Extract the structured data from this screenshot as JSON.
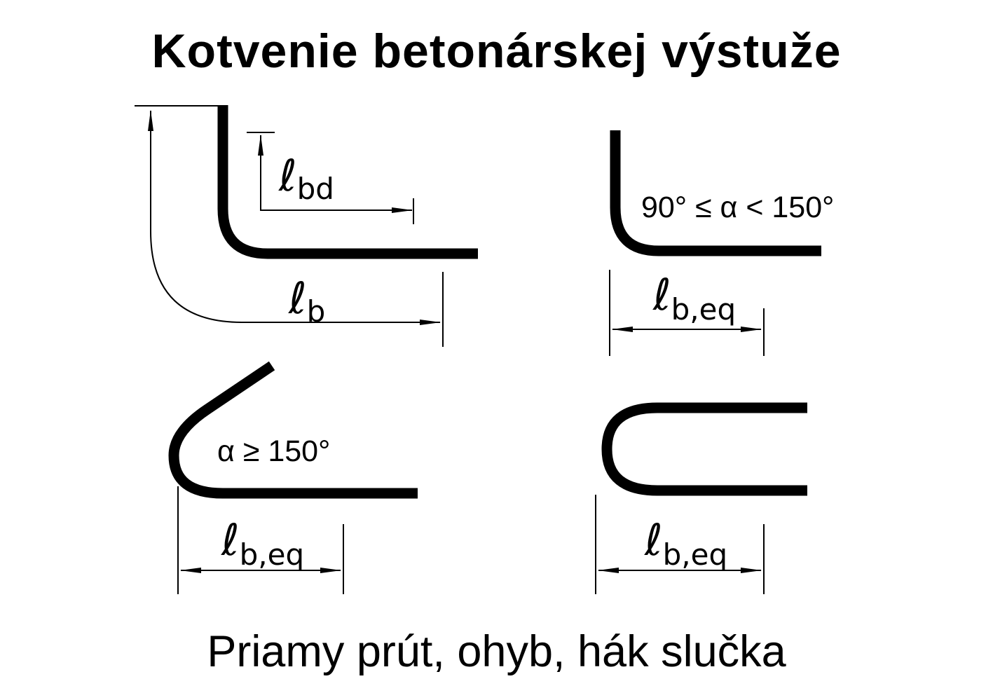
{
  "title": "Kotvenie betonárskej výstuže",
  "caption": "Priamy prút, ohyb, hák slučka",
  "colors": {
    "ink": "#000000",
    "background": "#ffffff"
  },
  "diagrams": {
    "bend": {
      "dim_bd": {
        "symbol": "ℓ",
        "sub": "bd"
      },
      "dim_b": {
        "symbol": "ℓ",
        "sub": "b"
      }
    },
    "hook90": {
      "angle_label": "90° ≤ α < 150°",
      "dim": {
        "symbol": "ℓ",
        "sub": "b,eq"
      }
    },
    "hook150": {
      "angle_label": "α ≥ 150°",
      "dim": {
        "symbol": "ℓ",
        "sub": "b,eq"
      }
    },
    "loop": {
      "dim": {
        "symbol": "ℓ",
        "sub": "b,eq"
      }
    }
  }
}
